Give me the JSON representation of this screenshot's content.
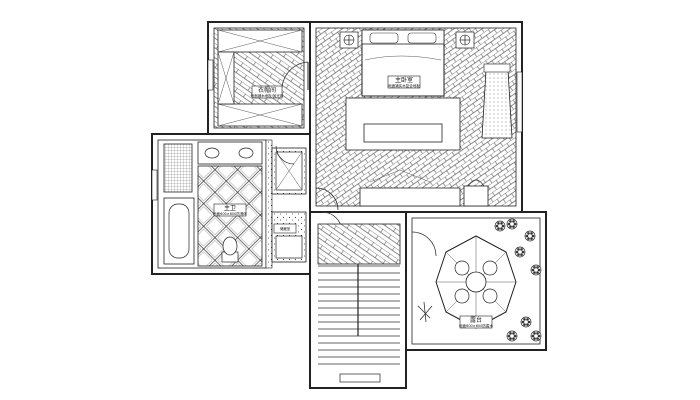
{
  "rooms": {
    "closet": {
      "name": "衣帽间",
      "note": "地面铺木地板/抛光砖"
    },
    "master_bedroom": {
      "name": "主卧室",
      "note": "地面铺实木复合地板"
    },
    "master_bath": {
      "name": "主卫",
      "note": "地面600×600防滑砖"
    },
    "storage": {
      "name": "储藏室"
    },
    "terrace": {
      "name": "露台",
      "note": "地面600×600防腐木"
    }
  },
  "colors": {
    "line": "#222222",
    "paper": "#ffffff"
  }
}
